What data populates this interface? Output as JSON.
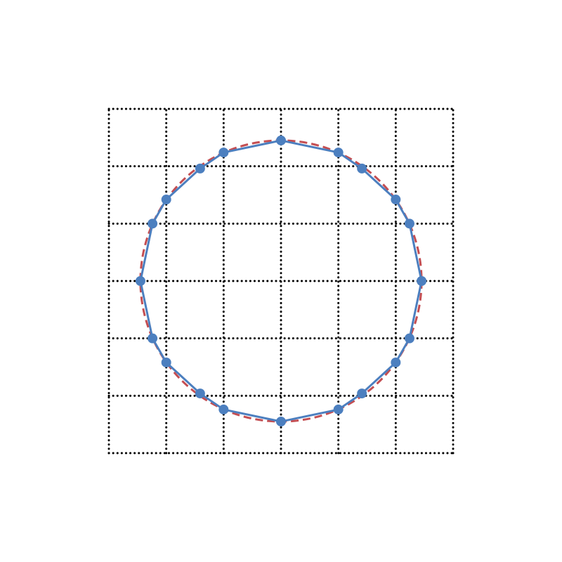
{
  "chart_data": {
    "type": "line",
    "xlim": [
      -3,
      3
    ],
    "ylim": [
      -3,
      3
    ],
    "grid": true,
    "grid_style": "dotted",
    "grid_step": 1,
    "series": [
      {
        "kind": "reference-circle",
        "center": [
          0,
          0
        ],
        "radius": 2.45,
        "color": "#c44e52",
        "style": "dashed"
      },
      {
        "kind": "polygon",
        "closed": true,
        "color": "#4c7fbf",
        "marker": "circle",
        "points": [
          [
            0,
            2.45
          ],
          [
            1.0,
            2.24
          ],
          [
            1.41,
            1.96
          ],
          [
            2.0,
            1.42
          ],
          [
            2.24,
            1.0
          ],
          [
            2.45,
            0
          ],
          [
            2.24,
            -1.0
          ],
          [
            2.0,
            -1.42
          ],
          [
            1.41,
            -1.96
          ],
          [
            1.0,
            -2.24
          ],
          [
            0,
            -2.45
          ],
          [
            -1.0,
            -2.24
          ],
          [
            -1.41,
            -1.96
          ],
          [
            -2.0,
            -1.42
          ],
          [
            -2.24,
            -1.0
          ],
          [
            -2.45,
            0
          ],
          [
            -2.24,
            1.0
          ],
          [
            -2.0,
            1.42
          ],
          [
            -1.41,
            1.96
          ],
          [
            -1.0,
            2.24
          ]
        ]
      }
    ]
  }
}
